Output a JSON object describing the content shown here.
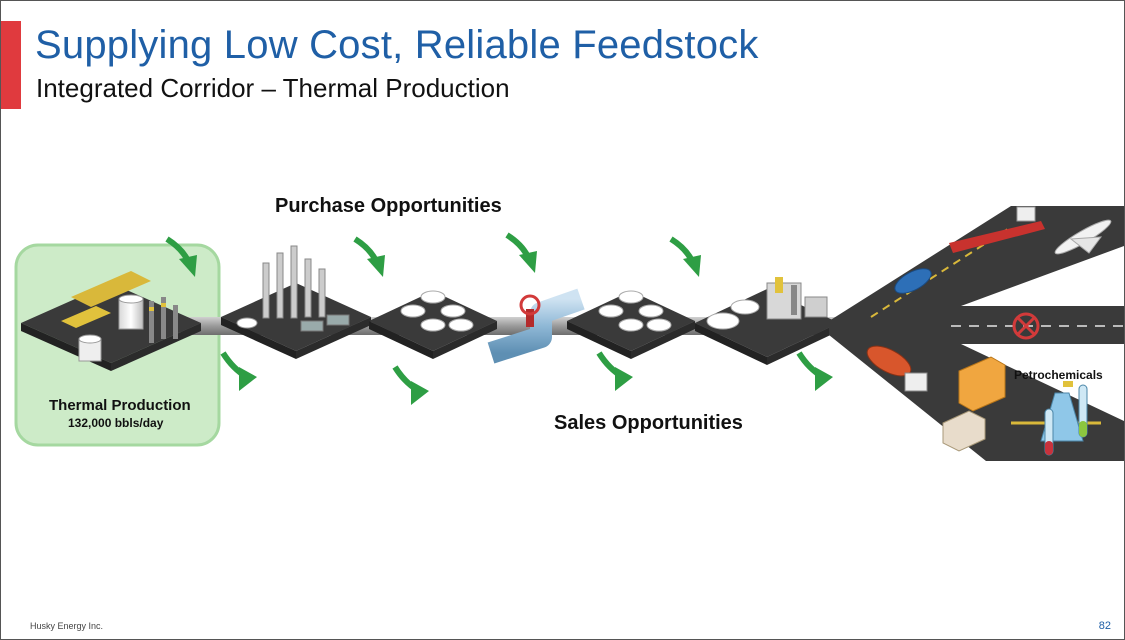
{
  "slide": {
    "title": "Supplying Low Cost, Reliable Feedstock",
    "subtitle": "Integrated Corridor – Thermal Production",
    "footer_left": "Husky Energy Inc.",
    "page_number": "82"
  },
  "diagram": {
    "purchase_label": "Purchase Opportunities",
    "sales_label": "Sales Opportunities",
    "source_name": "Thermal Production",
    "source_volume": "132,000 bbls/day",
    "destination_label": "Petrochemicals"
  },
  "colors": {
    "title_blue": "#1f5fa6",
    "accent_red": "#e03a3e",
    "arrow_green": "#2e9e44",
    "source_panel": "#cdebc8",
    "platform_dark": "#3a3a3a"
  },
  "icons": [
    "thermal-plant-icon",
    "refinery-icon",
    "storage-tanks-icon",
    "pipeline-valve-icon",
    "upgrader-icon",
    "tanker-ship-icon",
    "airplane-icon",
    "rail-tank-car-icon",
    "tanker-truck-icon",
    "delivery-van-icon",
    "car-icon",
    "lab-flasks-icon"
  ]
}
